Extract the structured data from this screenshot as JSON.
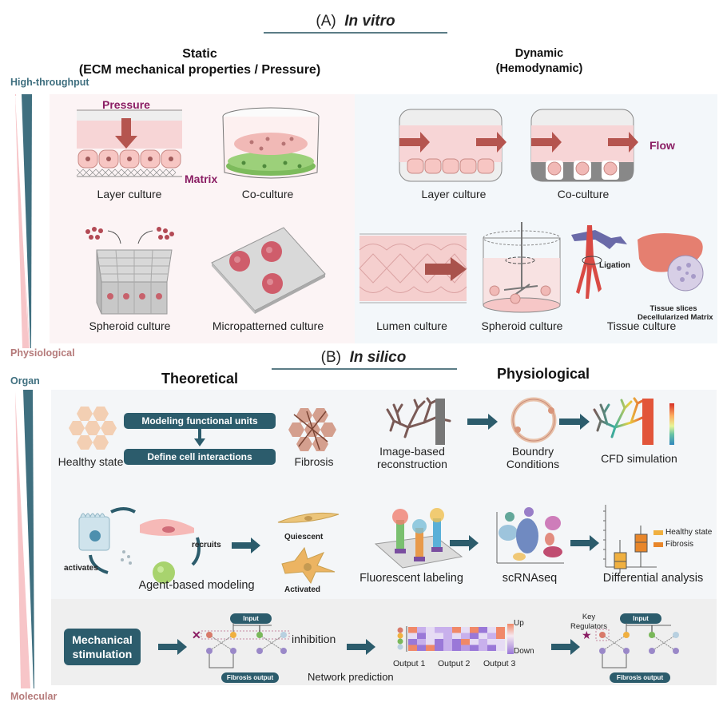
{
  "section_a": {
    "label": "(A)",
    "title": "In vitro",
    "static": {
      "title": "Static",
      "subtitle": "(ECM mechanical properties / Pressure)",
      "items": [
        {
          "caption": "Layer culture",
          "annotation_top": "Pressure",
          "annotation_side": "Matrix"
        },
        {
          "caption": "Co-culture"
        },
        {
          "caption": "Spheroid culture"
        },
        {
          "caption": "Micropatterned culture"
        }
      ]
    },
    "dynamic": {
      "title": "Dynamic",
      "subtitle": "(Hemodynamic)",
      "items": [
        {
          "caption": "Layer culture"
        },
        {
          "caption": "Co-culture",
          "annotation": "Flow"
        },
        {
          "caption": "Lumen culture"
        },
        {
          "caption": "Spheroid culture"
        },
        {
          "caption": "Tissue culture",
          "annotation_ligation": "Ligation",
          "annotation_line1": "Tissue slices",
          "annotation_line2": "Decellularized Matrix"
        }
      ]
    }
  },
  "section_b": {
    "label": "(B)",
    "title": "In silico",
    "theoretical": {
      "title": "Theoretical",
      "healthy_label": "Healthy state",
      "fibrosis_label": "Fibrosis",
      "step1": "Modeling functional units",
      "step2": "Define cell interactions",
      "abm_caption": "Agent-based modeling",
      "activates": "activates",
      "recruits": "recruits",
      "quiescent": "Quiescent",
      "activated": "Activated"
    },
    "physiological": {
      "title": "Physiological",
      "row1": [
        "Image-based reconstruction",
        "Boundry Conditions",
        "CFD simulation"
      ],
      "row1_split": [
        [
          "Image-based",
          "reconstruction"
        ],
        [
          "Boundry",
          "Conditions"
        ],
        [
          "CFD simulation"
        ]
      ],
      "row2": [
        "Fluorescent labeling",
        "scRNAseq",
        "Differential analysis"
      ],
      "legend": [
        "Healthy state",
        "Fibrosis"
      ]
    },
    "network": {
      "mech_line1": "Mechanical",
      "mech_line2": "stimulation",
      "input": "Input",
      "fibrosis_output": "Fibrosis output",
      "inhibition": "inhibition",
      "network_prediction": "Network prediction",
      "outputs": [
        "Output 1",
        "Output 2",
        "Output 3"
      ],
      "scale_up": "Up",
      "scale_down": "Down",
      "key_regulators_1": "Key",
      "key_regulators_2": "Regulators"
    }
  },
  "side_axis": {
    "top_a": "High-throughput",
    "bottom_a": "Physiological",
    "top_b": "Organ",
    "bottom_b": "Molecular"
  },
  "colors": {
    "teal": "#3f6f7f",
    "pink": "#f7c5c8",
    "purple_label": "#8a1d63",
    "arrow_red": "#b5554f",
    "pill": "#2c5c6c"
  }
}
